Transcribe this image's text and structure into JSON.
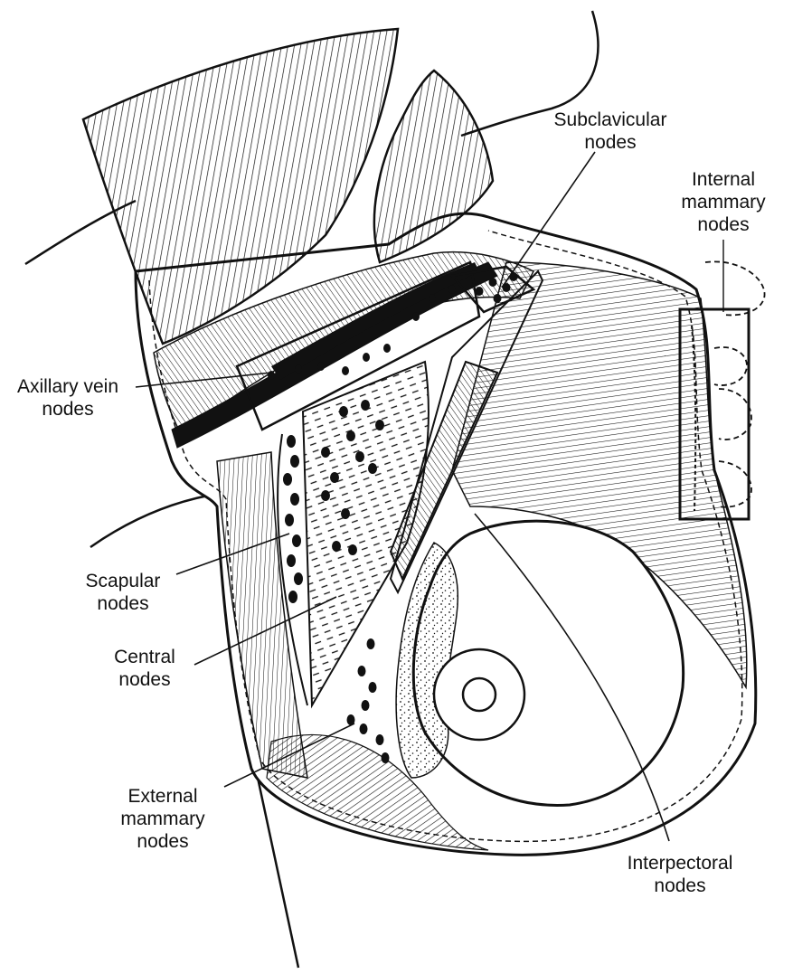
{
  "labels": {
    "subclavicular": [
      "Subclavicular",
      "nodes"
    ],
    "internal_mammary": [
      "Internal",
      "mammary",
      "nodes"
    ],
    "axillary_vein": [
      "Axillary vein",
      "nodes"
    ],
    "scapular": [
      "Scapular",
      "nodes"
    ],
    "central": [
      "Central",
      "nodes"
    ],
    "external_mammary": [
      "External",
      "mammary",
      "nodes"
    ],
    "interpectoral": [
      "Interpectoral",
      "nodes"
    ]
  },
  "colors": {
    "ink": "#111111",
    "paper": "#ffffff"
  }
}
